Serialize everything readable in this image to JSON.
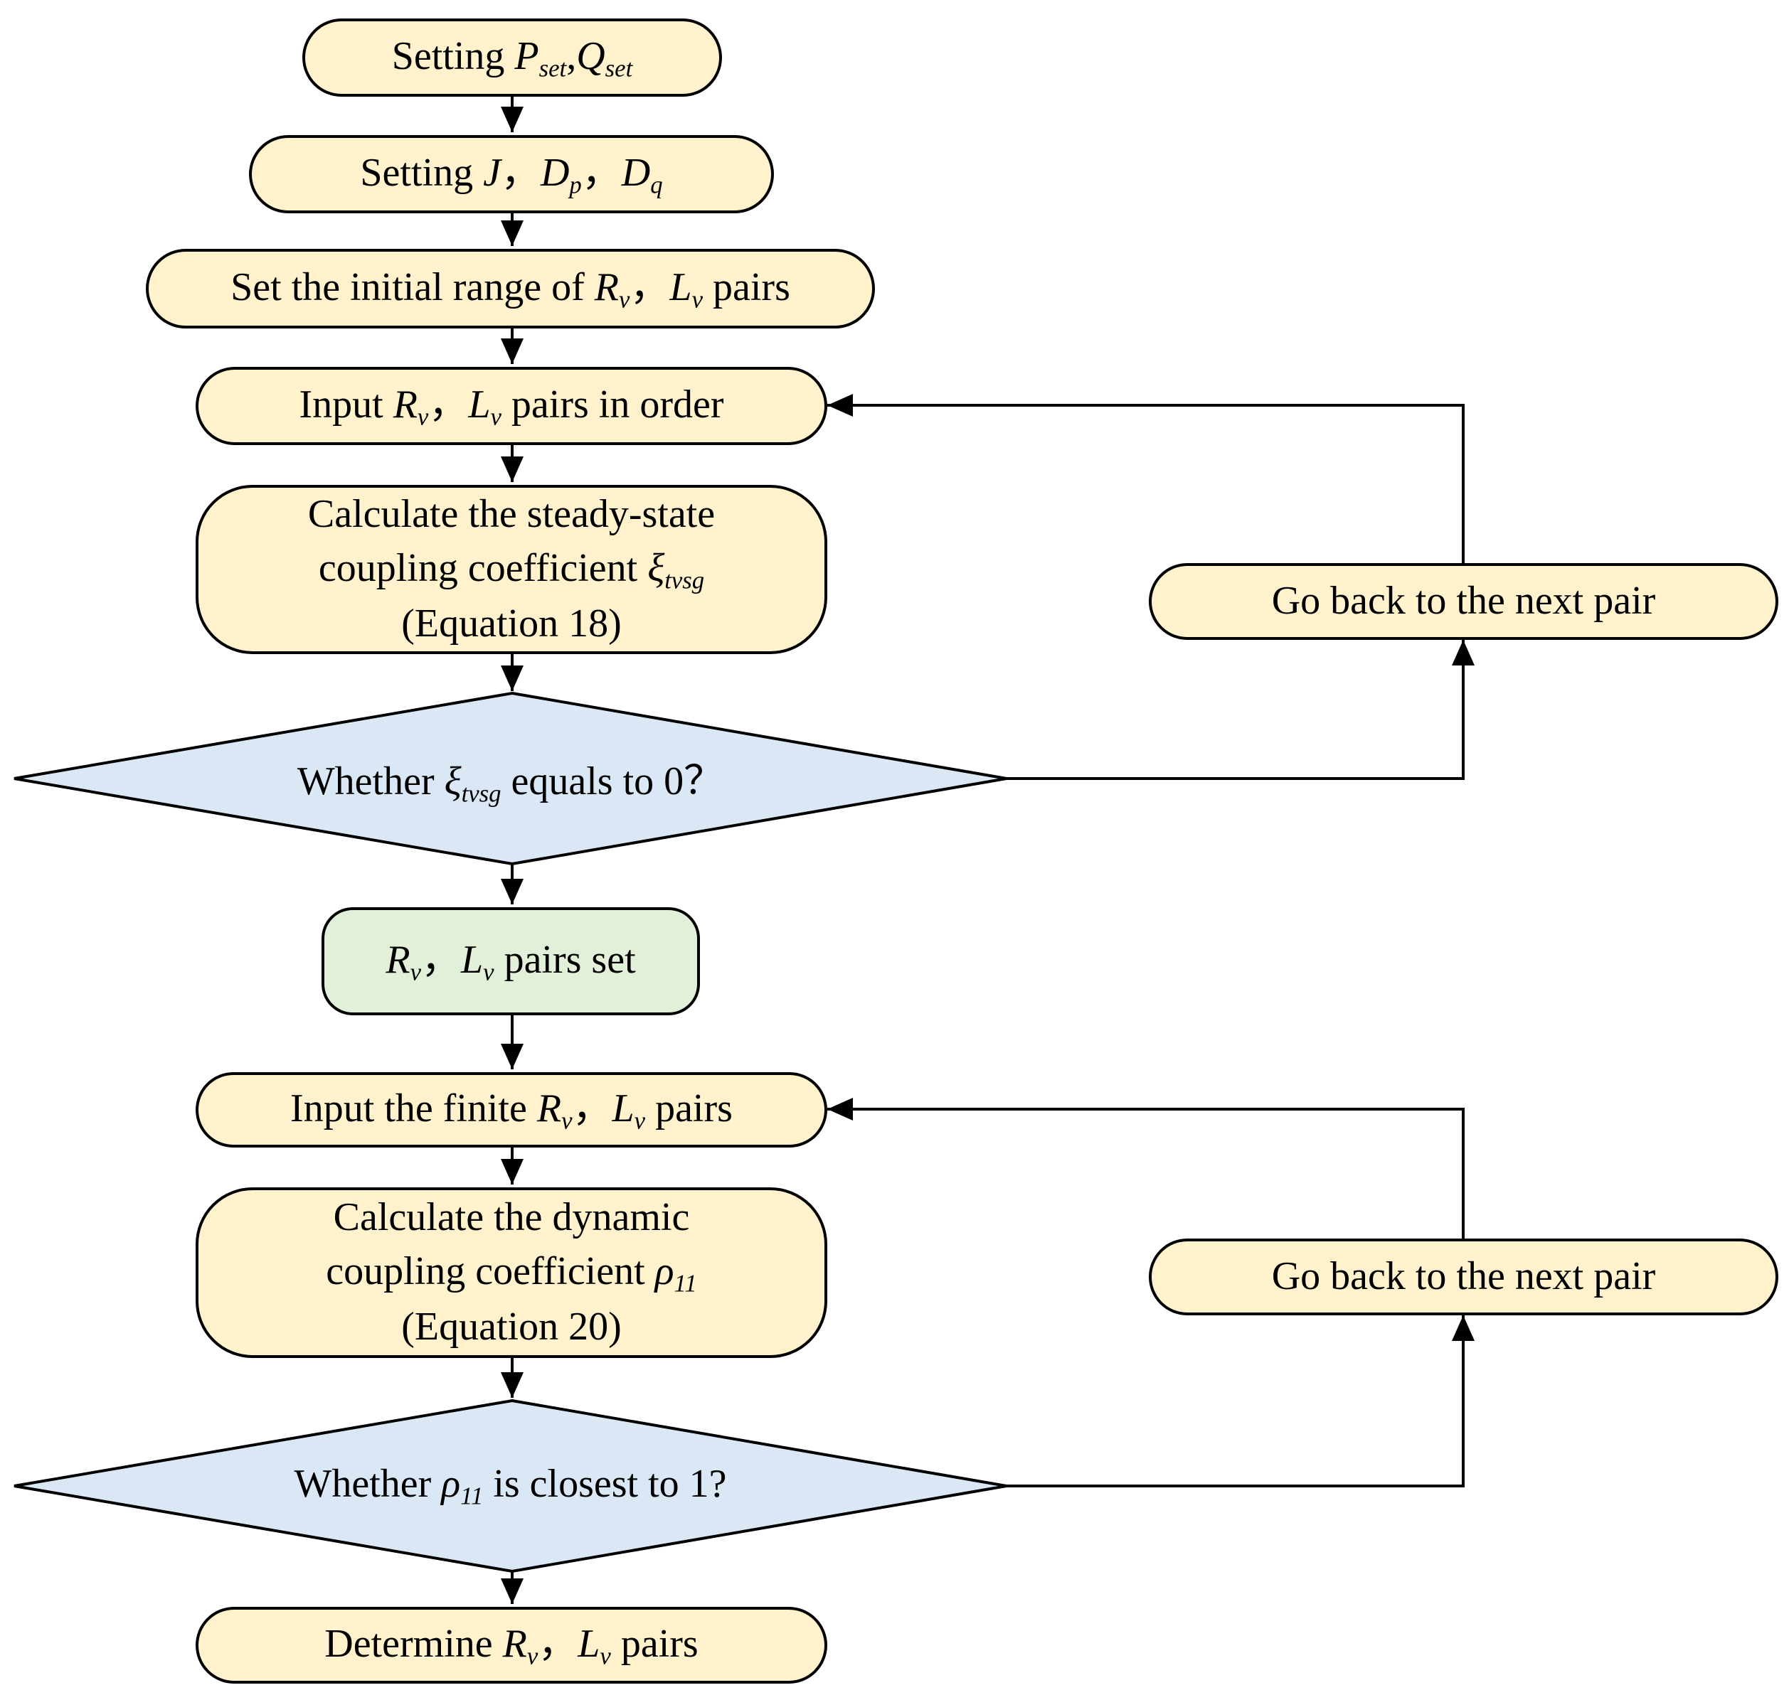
{
  "colors": {
    "process_fill": "#fff2cc",
    "decision_fill": "#dae8f5",
    "result_fill": "#e2f0d9",
    "stroke": "#000000"
  },
  "setting_p_q": {
    "prefix": "Setting ",
    "p": "P",
    "p_sub": "set",
    "sep": ",",
    "q": "Q",
    "q_sub": "set"
  },
  "setting_j": {
    "prefix": "Setting ",
    "j": "J",
    "sep1": "，",
    "dp": "D",
    "dp_sub": "p",
    "sep2": "，",
    "dq": "D",
    "dq_sub": "q"
  },
  "initial_range": {
    "prefix": "Set the initial range of ",
    "r": "R",
    "r_sub": "v",
    "sep": "，",
    "l": "L",
    "l_sub": "v",
    "suffix": " pairs"
  },
  "input_pairs": {
    "prefix": "Input ",
    "r": "R",
    "r_sub": "v",
    "sep": "，",
    "l": "L",
    "l_sub": "v",
    "suffix": " pairs in order"
  },
  "calc_steady": {
    "line1": "Calculate the steady-state",
    "line2_prefix": "coupling coefficient ",
    "xi": "ξ",
    "xi_sub": "tvsg",
    "line3": "(Equation 18)"
  },
  "decision_xi": {
    "prefix": "Whether ",
    "xi": "ξ",
    "xi_sub": "tvsg",
    "suffix": " equals to 0？"
  },
  "go_back_1": "Go back to the next pair",
  "pairs_set": {
    "r": "R",
    "r_sub": "v",
    "sep": "，",
    "l": "L",
    "l_sub": "v",
    "suffix": " pairs set"
  },
  "input_finite": {
    "prefix": "Input the finite ",
    "r": "R",
    "r_sub": "v",
    "sep": "，",
    "l": "L",
    "l_sub": "v",
    "suffix": " pairs"
  },
  "calc_dynamic": {
    "line1": "Calculate the dynamic",
    "line2_prefix": "coupling coefficient ",
    "rho": "ρ",
    "rho_sub": "11",
    "line3": "(Equation 20)"
  },
  "decision_rho": {
    "prefix": "Whether ",
    "rho": "ρ",
    "rho_sub": "11",
    "suffix": " is closest to 1?"
  },
  "go_back_2": "Go back to the next pair",
  "determine": {
    "prefix": "Determine ",
    "r": "R",
    "r_sub": "v",
    "sep": "，",
    "l": "L",
    "l_sub": "v",
    "suffix": " pairs"
  }
}
